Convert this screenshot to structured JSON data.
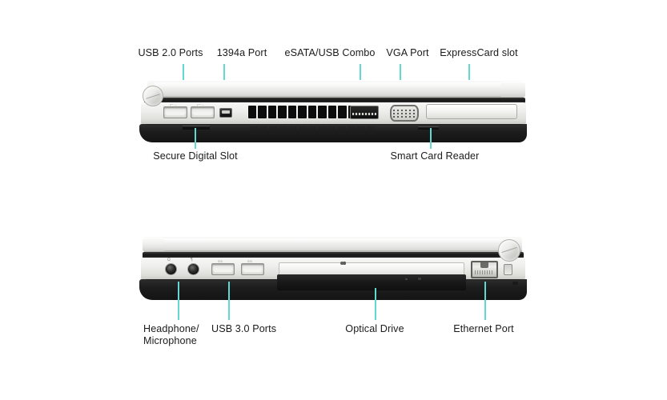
{
  "page": {
    "title": "Laptop port diagram",
    "background_color": "#ffffff",
    "leader_color": "#63d8d3",
    "text_color": "#1b1b1b"
  },
  "views": [
    {
      "name": "left-side-view",
      "top_labels": [
        {
          "id": "usb-2-0-ports",
          "text": "USB 2.0 Ports"
        },
        {
          "id": "1394a-port",
          "text": "1394a Port"
        },
        {
          "id": "esata-usb-combo",
          "text": "eSATA/USB Combo"
        },
        {
          "id": "vga-port",
          "text": "VGA Port"
        },
        {
          "id": "expresscard-slot",
          "text": "ExpressCard slot"
        }
      ],
      "bottom_labels": [
        {
          "id": "secure-digital-slot",
          "text": "Secure Digital Slot"
        },
        {
          "id": "smart-card-reader",
          "text": "Smart Card Reader"
        }
      ]
    },
    {
      "name": "front-view",
      "bottom_labels": [
        {
          "id": "headphone-microphone",
          "text": "Headphone/\nMicrophone"
        },
        {
          "id": "usb-3-0-ports",
          "text": "USB 3.0 Ports"
        },
        {
          "id": "optical-drive",
          "text": "Optical Drive"
        },
        {
          "id": "ethernet-port",
          "text": "Ethernet Port"
        }
      ]
    }
  ],
  "port_marks": {
    "usb_symbol": "•─→",
    "headphone_symbol": "Ω",
    "microphone_symbol": "¶",
    "usb3_symbol": "SS"
  }
}
